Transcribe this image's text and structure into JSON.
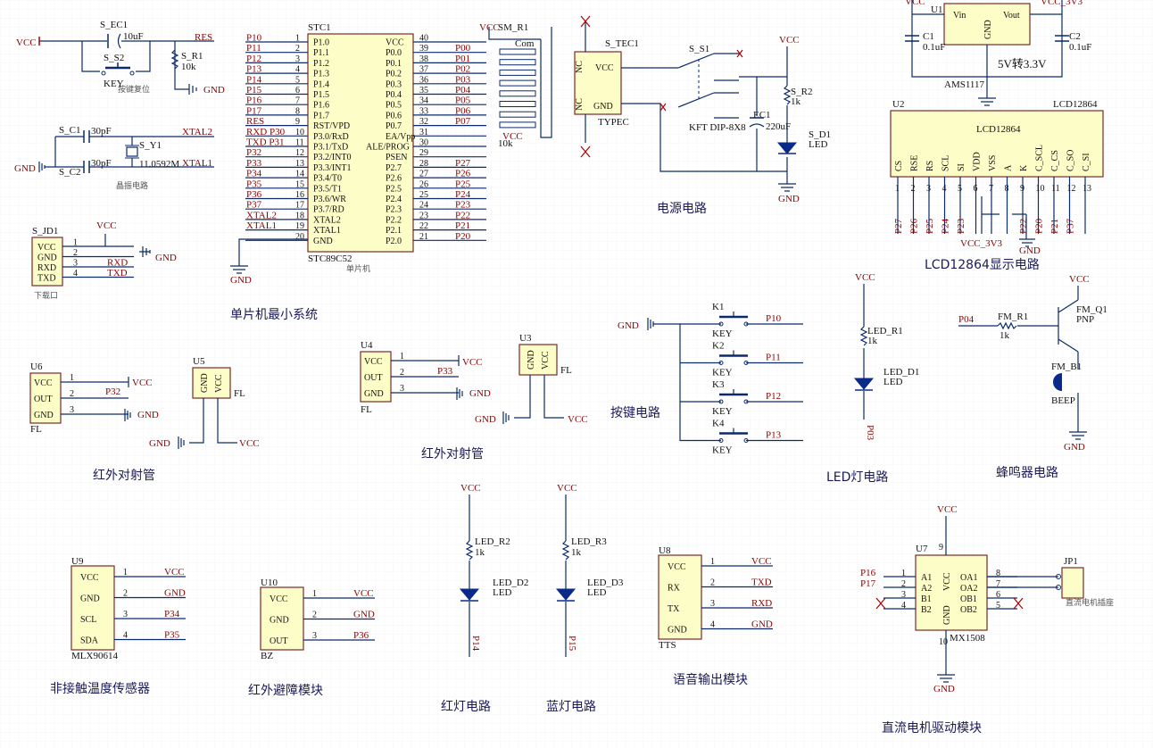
{
  "captions": {
    "key_reset": "按键复位",
    "crystal": "晶振电路",
    "mcu_system": "单片机最小系统",
    "mcu": "单片机",
    "download": "下载口",
    "power": "电源电路",
    "lcd": "LCD12864显示电路",
    "key_circuit": "按键电路",
    "led_circuit": "LED灯电路",
    "buzzer": "蜂鸣器电路",
    "ir_pair_1": "红外对射管",
    "ir_pair_2": "红外对射管",
    "temp": "非接触温度传感器",
    "ir_avoid": "红外避障模块",
    "red_led": "红灯电路",
    "blue_led": "蓝灯电路",
    "voice": "语音输出模块",
    "motor": "直流电机驱动模块",
    "regulator": "5V转3.3V",
    "motor_socket": "直流电机插座"
  },
  "reset": {
    "vcc": "VCC",
    "ec1": "S_EC1",
    "ec1_val": "10uF",
    "s2": "S_S2",
    "key": "KEY",
    "res": "RES",
    "r1": "S_R1",
    "r1_val": "10k",
    "gnd": "GND"
  },
  "crystal": {
    "c1": "S_C1",
    "c1_val": "30pF",
    "c2": "S_C2",
    "c2_val": "30pF",
    "y1": "S_Y1",
    "y1_val": "11.0592M",
    "xtal2": "XTAL2",
    "xtal1": "XTAL1",
    "gnd": "GND"
  },
  "mcu": {
    "ref": "STC1",
    "part": "STC89C52",
    "left_pins": [
      {
        "n": "1",
        "name": "P1.0",
        "net": "P10"
      },
      {
        "n": "2",
        "name": "P1.1",
        "net": "P11"
      },
      {
        "n": "3",
        "name": "P1.2",
        "net": "P12"
      },
      {
        "n": "4",
        "name": "P1.3",
        "net": "P13"
      },
      {
        "n": "5",
        "name": "P1.4",
        "net": "P14"
      },
      {
        "n": "6",
        "name": "P1.5",
        "net": "P15"
      },
      {
        "n": "7",
        "name": "P1.6",
        "net": "P16"
      },
      {
        "n": "8",
        "name": "P1.7",
        "net": "P17"
      },
      {
        "n": "9",
        "name": "RST/VPD",
        "net": "RES"
      },
      {
        "n": "10",
        "name": "P3.0/RxD",
        "net": "RXD P30"
      },
      {
        "n": "11",
        "name": "P3.1/TxD",
        "net": "TXD P31"
      },
      {
        "n": "12",
        "name": "P3.2/INT0",
        "net": "P32"
      },
      {
        "n": "13",
        "name": "P3.3/INT1",
        "net": "P33"
      },
      {
        "n": "14",
        "name": "P3.4/T0",
        "net": "P34"
      },
      {
        "n": "15",
        "name": "P3.5/T1",
        "net": "P35"
      },
      {
        "n": "16",
        "name": "P3.6/WR",
        "net": "P36"
      },
      {
        "n": "17",
        "name": "P3.7/RD",
        "net": "P37"
      },
      {
        "n": "18",
        "name": "XTAL2",
        "net": "XTAL2"
      },
      {
        "n": "19",
        "name": "XTAL1",
        "net": "XTAL1"
      },
      {
        "n": "20",
        "name": "GND",
        "net": ""
      }
    ],
    "right_pins": [
      {
        "n": "40",
        "name": "VCC",
        "net": ""
      },
      {
        "n": "39",
        "name": "P0.0",
        "net": "P00"
      },
      {
        "n": "38",
        "name": "P0.1",
        "net": "P01"
      },
      {
        "n": "37",
        "name": "P0.2",
        "net": "P02"
      },
      {
        "n": "36",
        "name": "P0.3",
        "net": "P03"
      },
      {
        "n": "35",
        "name": "P0.4",
        "net": "P04"
      },
      {
        "n": "34",
        "name": "P0.5",
        "net": "P05"
      },
      {
        "n": "33",
        "name": "P0.6",
        "net": "P06"
      },
      {
        "n": "32",
        "name": "P0.7",
        "net": "P07"
      },
      {
        "n": "31",
        "name": "EA/Vpp",
        "net": ""
      },
      {
        "n": "30",
        "name": "ALE/PROG",
        "net": ""
      },
      {
        "n": "29",
        "name": "PSEN",
        "net": ""
      },
      {
        "n": "28",
        "name": "P2.7",
        "net": "P27"
      },
      {
        "n": "27",
        "name": "P2.6",
        "net": "P26"
      },
      {
        "n": "26",
        "name": "P2.5",
        "net": "P25"
      },
      {
        "n": "25",
        "name": "P2.4",
        "net": "P24"
      },
      {
        "n": "24",
        "name": "P2.3",
        "net": "P23"
      },
      {
        "n": "23",
        "name": "P2.2",
        "net": "P22"
      },
      {
        "n": "22",
        "name": "P2.1",
        "net": "P21"
      },
      {
        "n": "21",
        "name": "P2.0",
        "net": "P20"
      }
    ],
    "gnd": "GND",
    "sm": "SM_R1",
    "com": "Com",
    "vcc": "VCC",
    "sm_val": "10k"
  },
  "download": {
    "ref": "S_JD1",
    "vcc": "VCC",
    "gnd": "GND",
    "pins": [
      "VCC",
      "GND",
      "RXD",
      "TXD"
    ],
    "nets": [
      "",
      "GND",
      "RXD",
      "TXD"
    ]
  },
  "power": {
    "ref": "S_TEC1",
    "nc1": "NC",
    "vcc": "VCC",
    "nc2": "NC",
    "gnd": "GND",
    "type": "TYPEC",
    "s1": "S_S1",
    "switch": "KFT DIP-8X8",
    "r2": "S_R2",
    "r2_val": "1k",
    "ec1": "EC1",
    "ec1_val": "220uF",
    "d1": "S_D1",
    "led": "LED",
    "vcc_top": "VCC",
    "gnd_bot": "GND"
  },
  "regulator": {
    "ref": "U1",
    "vin": "Vin",
    "vout": "Vout",
    "gnd": "GND",
    "part": "AMS1117",
    "c1": "C1",
    "c1_val": "0.1uF",
    "c2": "C2",
    "c2_val": "0.1uF",
    "vcc": "VCC",
    "v33": "VCC_3V3"
  },
  "lcd": {
    "ref": "U2",
    "part": "LCD12864",
    "title": "LCD12864",
    "pins": [
      "CS",
      "RSE",
      "RS",
      "SCL",
      "SI",
      "VDD",
      "VSS",
      "A",
      "K",
      "C_SCL",
      "C_CS",
      "C_SO",
      "C_SI"
    ],
    "nets": [
      "P27",
      "P26",
      "P25",
      "P24",
      "P23",
      "",
      "",
      "",
      "P22",
      "P20",
      "P21",
      "P37",
      ""
    ],
    "vcc": "VCC_3V3",
    "gnd": "GND"
  },
  "keys": {
    "gnd": "GND",
    "items": [
      {
        "ref": "K1",
        "net": "P10"
      },
      {
        "ref": "K2",
        "net": "P11"
      },
      {
        "ref": "K3",
        "net": "P12"
      },
      {
        "ref": "K4",
        "net": "P13"
      }
    ],
    "key": "KEY"
  },
  "led1": {
    "vcc": "VCC",
    "r": "LED_R1",
    "r_val": "1k",
    "d": "LED_D1",
    "led": "LED",
    "net": "P03"
  },
  "buzzer": {
    "vcc": "VCC",
    "q": "FM_Q1",
    "pnp": "PNP",
    "r": "FM_R1",
    "r_val": "1k",
    "net": "P04",
    "b": "FM_B1",
    "beep": "BEEP",
    "gnd": "GND"
  },
  "u6": {
    "ref": "U6",
    "pins": [
      "VCC",
      "OUT",
      "GND"
    ],
    "vcc": "VCC",
    "net": "P32",
    "gnd": "GND",
    "fl": "FL"
  },
  "u5": {
    "ref": "U5",
    "gnd": "GND",
    "vcc": "VCC",
    "fl": "FL",
    "gnd_net": "GND",
    "vcc_net": "VCC"
  },
  "u4": {
    "ref": "U4",
    "pins": [
      "VCC",
      "OUT",
      "GND"
    ],
    "vcc": "VCC",
    "net": "P33",
    "gnd": "GND",
    "fl": "FL"
  },
  "u3": {
    "ref": "U3",
    "gnd": "GND",
    "vcc": "VCC",
    "fl": "FL",
    "gnd_net": "GND",
    "vcc_net": "VCC"
  },
  "u9": {
    "ref": "U9",
    "part": "MLX90614",
    "pins": [
      "VCC",
      "GND",
      "SCL",
      "SDA"
    ],
    "nets": [
      "VCC",
      "GND",
      "P34",
      "P35"
    ]
  },
  "u10": {
    "ref": "U10",
    "part": "BZ",
    "pins": [
      "VCC",
      "GND",
      "OUT"
    ],
    "nets": [
      "VCC",
      "GND",
      "P36"
    ]
  },
  "red": {
    "vcc": "VCC",
    "r": "LED_R2",
    "r_val": "1k",
    "d": "LED_D2",
    "led": "LED",
    "net": "P14"
  },
  "blue": {
    "vcc": "VCC",
    "r": "LED_R3",
    "r_val": "1k",
    "d": "LED_D3",
    "led": "LED",
    "net": "P15"
  },
  "u8": {
    "ref": "U8",
    "part": "TTS",
    "pins": [
      "VCC",
      "RX",
      "TX",
      "GND"
    ],
    "nets": [
      "VCC",
      "TXD",
      "RXD",
      "GND"
    ]
  },
  "u7": {
    "ref": "U7",
    "part": "MX1508",
    "vcc": "VCC",
    "gnd": "GND",
    "left": [
      "A1",
      "A2",
      "B1",
      "B2"
    ],
    "right": [
      "OA1",
      "OA2",
      "OB1",
      "OB2"
    ],
    "nets": [
      "P16",
      "P17"
    ],
    "jp": "JP1"
  }
}
